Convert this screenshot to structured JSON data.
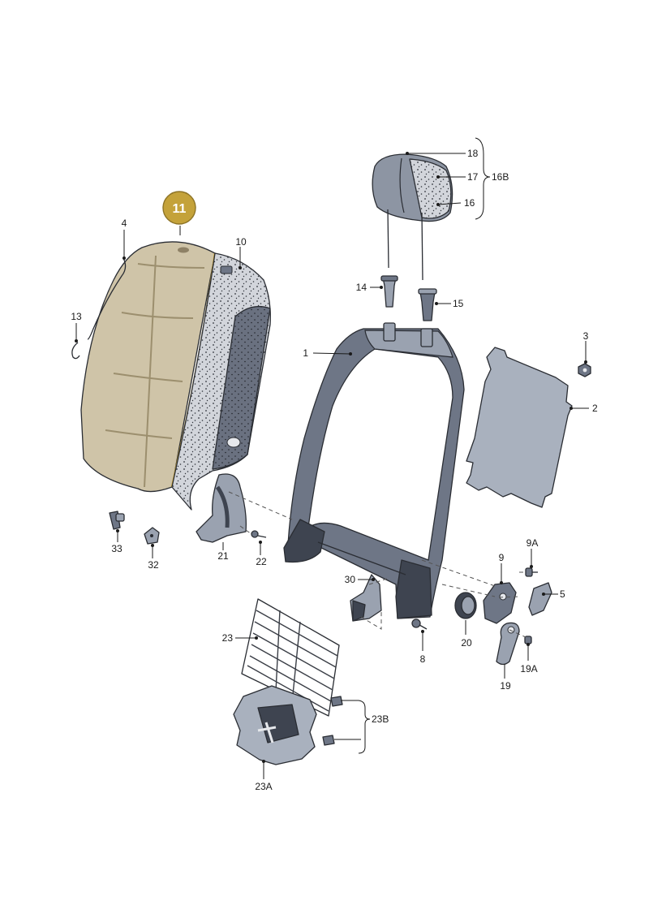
{
  "highlight": {
    "label": "11",
    "color": "#c4a23a"
  },
  "labels": {
    "p1": "1",
    "p2": "2",
    "p3": "3",
    "p4": "4",
    "p5": "5",
    "p8": "8",
    "p9": "9",
    "p9a": "9A",
    "p10": "10",
    "p13": "13",
    "p14": "14",
    "p15": "15",
    "p16": "16",
    "p16b": "16B",
    "p17": "17",
    "p18": "18",
    "p19": "19",
    "p19a": "19A",
    "p20": "20",
    "p21": "21",
    "p22": "22",
    "p23": "23",
    "p23a": "23A",
    "p23b": "23B",
    "p30": "30",
    "p32": "32",
    "p33": "33"
  },
  "colors": {
    "cover_fill": "#cfc4a8",
    "cover_outline": "#c9a233",
    "metal": "#6e7686",
    "foam": "#c9ccd2"
  }
}
